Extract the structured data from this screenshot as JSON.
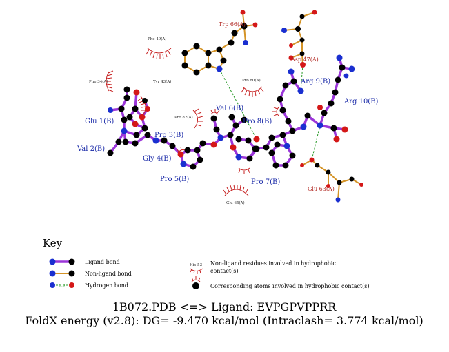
{
  "diagram": {
    "residues": {
      "val2": "Val 2(B)",
      "glu1": "Glu 1(B)",
      "pro3": "Pro 3(B)",
      "gly4": "Gly 4(B)",
      "pro5": "Pro 5(B)",
      "val6": "Val 6(B)",
      "pro7": "Pro 7(B)",
      "pro8": "Pro 8(B)",
      "arg9": "Arg 9(B)",
      "arg10": "Arg 10(B)",
      "trp66": "Trp 66(A)",
      "asp47": "Asp 47(A)",
      "glu63": "Glu 63(A)"
    },
    "hydrophobic_residues": {
      "phe49": "Phe 49(A)",
      "phe34": "Phe 34(A)",
      "tyr43": "Tyr 43(A)",
      "pro80": "Pro 80(A)",
      "pro82": "Pro 82(A)",
      "glu65": "Glu 65(A)"
    },
    "colors": {
      "ligand_bond": "#9b36d9",
      "nonligand_bond": "#d49326",
      "hbond": "#2a9b2a",
      "carbon": "#000000",
      "nitrogen": "#1a2fd0",
      "oxygen": "#d41818",
      "hydrophobic_arc": "#c62020"
    }
  },
  "key": {
    "title": "Key",
    "ligand_bond": "Ligand bond",
    "nonligand_bond": "Non-ligand bond",
    "hydrogen_bond": "Hydrogen bond",
    "hbond_distance": "3.0",
    "example_residue": "His 53",
    "nonligand_residues_line1": "Non-ligand residues involved in hydrophobic",
    "nonligand_residues_line2": "contact(s)",
    "corresponding_atoms": "Corresponding atoms involved in hydrophobic contact(s)"
  },
  "caption": {
    "line1": "1B072.PDB <=> Ligand: EVPGPVPPRR",
    "line2": "FoldX energy (v2.8): DG= -9.470 kcal/mol (Intraclash= 3.774 kcal/mol)"
  }
}
